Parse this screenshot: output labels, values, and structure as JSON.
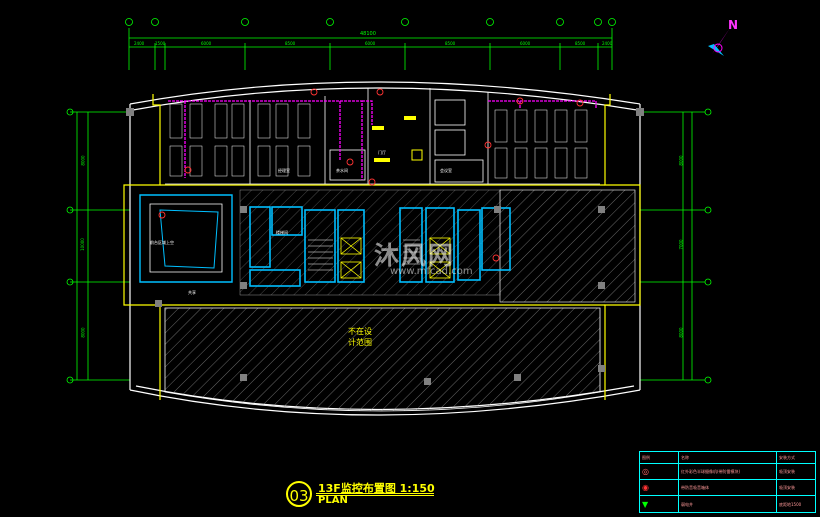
{
  "drawing": {
    "title_number": "03",
    "title_main": "13F监控布置图  1:150",
    "title_sub": "PLAN",
    "north_label": "N",
    "overall_dim": "48100",
    "top_dims": [
      "2400",
      "1500",
      "6000",
      "8500",
      "6000",
      "8500",
      "6000",
      "8500",
      "2400"
    ],
    "left_dims": [
      "8000",
      "10000",
      "8000"
    ],
    "right_dims": [
      "8000",
      "7000",
      "8000"
    ],
    "area_labels": {
      "not_in_scope": "不在设",
      "not_in_scope_2": "计范围",
      "office_left": "经理室",
      "office_mid": "茶水间",
      "room_center": "门厅",
      "room_right": "会议室",
      "shaft": "楼梯间",
      "sign_left": "前台区域上空",
      "sign_left2": "共享"
    },
    "watermark_main": "沐风网",
    "watermark_sub": "www.mfcad.com",
    "colors": {
      "background": "#000000",
      "wall": "#ffffff",
      "grid": "#00ff00",
      "cable": "#ff00ff",
      "room_blue": "#00bfff",
      "hatch": "#ffffff",
      "outline": "#ffff00"
    }
  },
  "legend": {
    "headers": [
      "图例",
      "名称",
      "安装方式"
    ],
    "rows": [
      [
        "◎",
        "红外彩色半球摄像机(带防雷模块)",
        "吸顶安装"
      ],
      [
        "◉",
        "带防音吸音箱体",
        "吸顶安装"
      ],
      [
        "▼",
        "弱电井",
        "底距地1500"
      ]
    ]
  }
}
